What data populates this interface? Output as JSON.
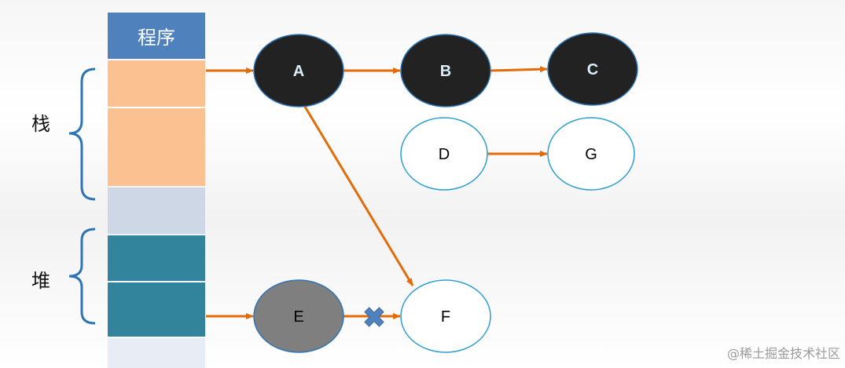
{
  "program": {
    "header": "程序",
    "stack_label": "栈",
    "heap_label": "堆",
    "colors": {
      "header": "#4f81bd",
      "stack": "#fbc190",
      "free": "#cdd7e6",
      "heap": "#31849b",
      "bottom": "#e8ecf4"
    }
  },
  "nodes": [
    {
      "id": "A",
      "label": "A",
      "fill": "#222222",
      "text_color": "#d9eef6",
      "stroke": "#2e75b6"
    },
    {
      "id": "B",
      "label": "B",
      "fill": "#222222",
      "text_color": "#d9eef6",
      "stroke": "#2e75b6"
    },
    {
      "id": "C",
      "label": "C",
      "fill": "#222222",
      "text_color": "#d9eef6",
      "stroke": "#2e75b6"
    },
    {
      "id": "D",
      "label": "D",
      "fill": "#ffffff",
      "text_color": "#000000",
      "stroke": "#2e9fcf"
    },
    {
      "id": "G",
      "label": "G",
      "fill": "#ffffff",
      "text_color": "#000000",
      "stroke": "#2e9fcf"
    },
    {
      "id": "E",
      "label": "E",
      "fill": "#7f7f7f",
      "text_color": "#000000",
      "stroke": "#2e75b6"
    },
    {
      "id": "F",
      "label": "F",
      "fill": "#ffffff",
      "text_color": "#000000",
      "stroke": "#2e9fcf"
    }
  ],
  "edges": [
    {
      "from": "stack-cell",
      "to": "A"
    },
    {
      "from": "A",
      "to": "B"
    },
    {
      "from": "B",
      "to": "C"
    },
    {
      "from": "D",
      "to": "G"
    },
    {
      "from": "A",
      "to": "F"
    },
    {
      "from": "heap-cell",
      "to": "E"
    },
    {
      "from": "E",
      "to": "F",
      "broken": true
    }
  ],
  "arrow_color": "#e36c09",
  "cross_color": "#4f81bd",
  "watermark": "@稀土掘金技术社区"
}
